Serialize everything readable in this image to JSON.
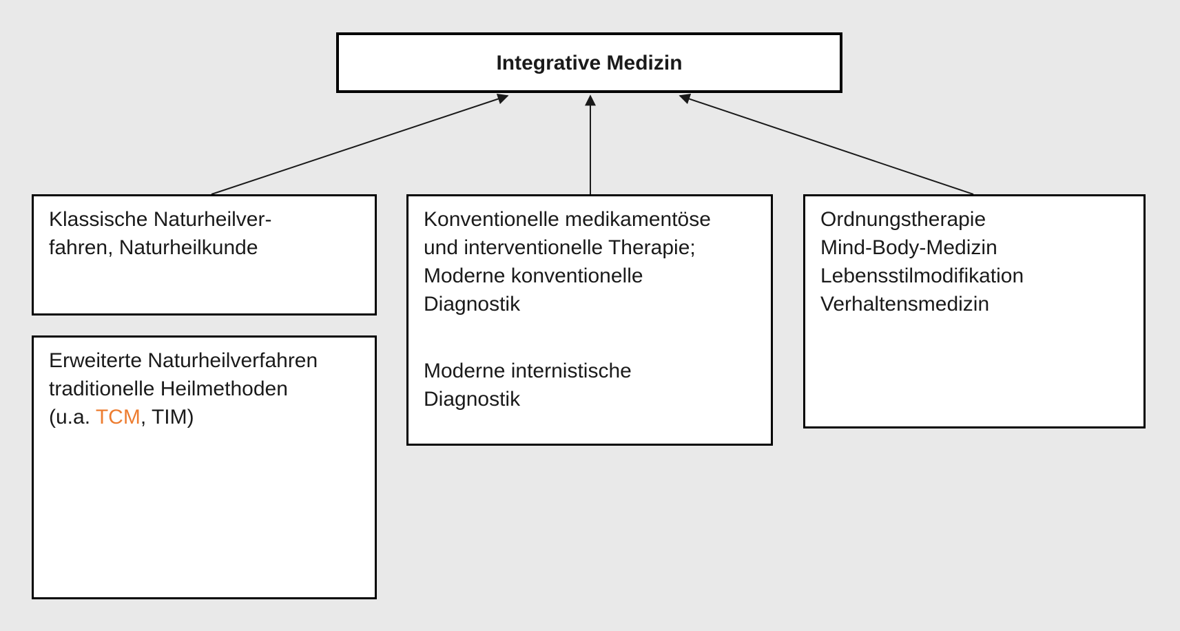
{
  "diagram": {
    "title": "Integrative Medizin",
    "boxes": {
      "klassische": {
        "lines": [
          "Klassische Naturheilver-",
          "fahren, Naturheilkunde"
        ]
      },
      "erweiterte": {
        "line1": "Erweiterte Naturheilverfahren",
        "line2": "traditionelle Heilmethoden",
        "line3_prefix": "(u.a. ",
        "line3_highlight": "TCM",
        "line3_suffix": ", TIM)"
      },
      "konventionelle": {
        "para1": [
          "Konventionelle medikamentöse",
          "und interventionelle Therapie;",
          "Moderne konventionelle",
          "Diagnostik"
        ],
        "para2": [
          "Moderne internistische",
          "Diagnostik"
        ]
      },
      "ordnung": {
        "lines": [
          "Ordnungstherapie",
          "Mind-Body-Medizin",
          "Lebensstilmodifikation",
          "Verhaltensmedizin"
        ]
      }
    },
    "colors": {
      "background": "#e9e9e9",
      "box_fill": "#ffffff",
      "box_border": "#000000",
      "text": "#1a1a1a",
      "highlight": "#ED7D31"
    }
  }
}
